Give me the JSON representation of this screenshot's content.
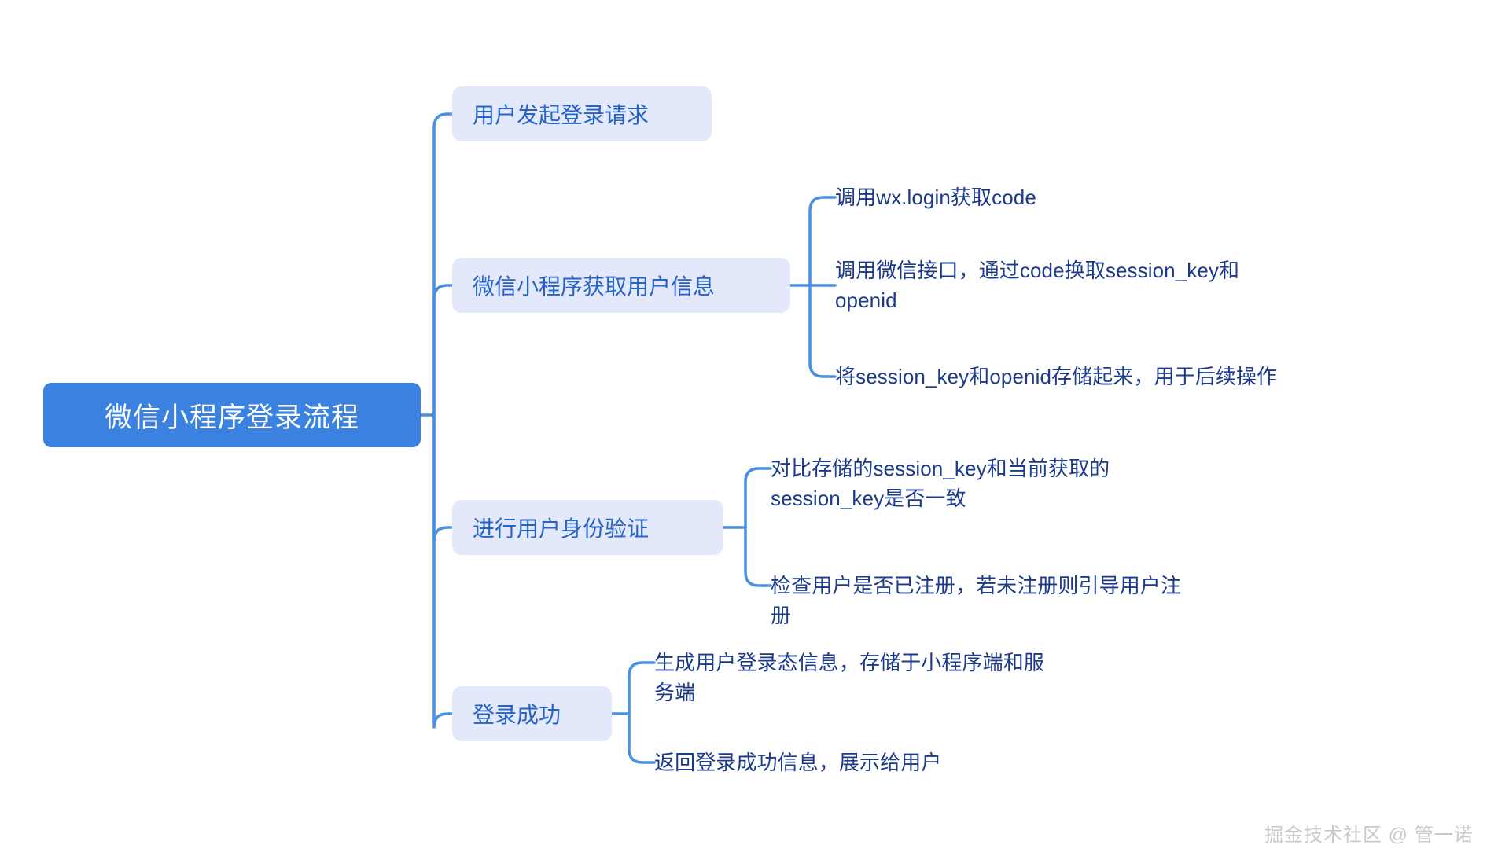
{
  "diagram": {
    "type": "mindmap",
    "orientation": "left-to-right",
    "colors": {
      "background": "#ffffff",
      "root_fill": "#3b82e0",
      "root_text": "#ffffff",
      "branch_fill": "#e3e9fa",
      "branch_text": "#2563c9",
      "leaf_text": "#1b3a8c",
      "connector": "#4a90e2",
      "watermark_text": "#c9c9c9"
    },
    "root": {
      "label": "微信小程序登录流程"
    },
    "branches": [
      {
        "label": "用户发起登录请求",
        "children": []
      },
      {
        "label": "微信小程序获取用户信息",
        "children": [
          {
            "text": "调用wx.login获取code"
          },
          {
            "text": "调用微信接口，通过code换取session_key和openid"
          },
          {
            "text": "将session_key和openid存储起来，用于后续操作"
          }
        ]
      },
      {
        "label": "进行用户身份验证",
        "children": [
          {
            "text": "对比存储的session_key和当前获取的session_key是否一致"
          },
          {
            "text": "检查用户是否已注册，若未注册则引导用户注册"
          }
        ]
      },
      {
        "label": "登录成功",
        "children": [
          {
            "text": "生成用户登录态信息，存储于小程序端和服务端"
          },
          {
            "text": "返回登录成功信息，展示给用户"
          }
        ]
      }
    ],
    "watermark": {
      "text": "掘金技术社区 @ 管一诺"
    }
  }
}
